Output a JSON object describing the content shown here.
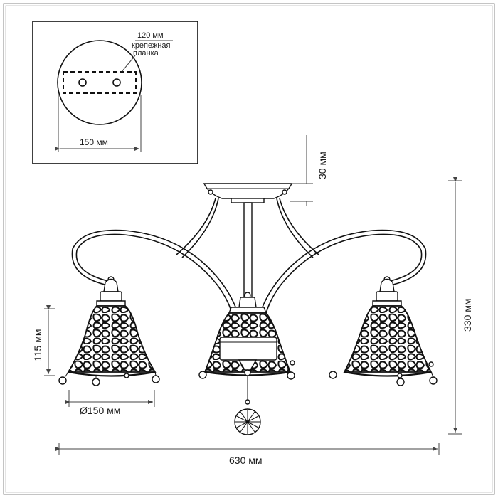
{
  "diagram": {
    "inset": {
      "rail_length": "120 мм",
      "rail_label_line1": "крепежная",
      "rail_label_line2": "планка",
      "base_diameter": "150 мм"
    },
    "dimensions": {
      "canopy_height": "30 мм",
      "total_height": "330 мм",
      "shade_height": "115 мм",
      "shade_diameter": "Ø150 мм",
      "total_width": "630 мм"
    }
  }
}
